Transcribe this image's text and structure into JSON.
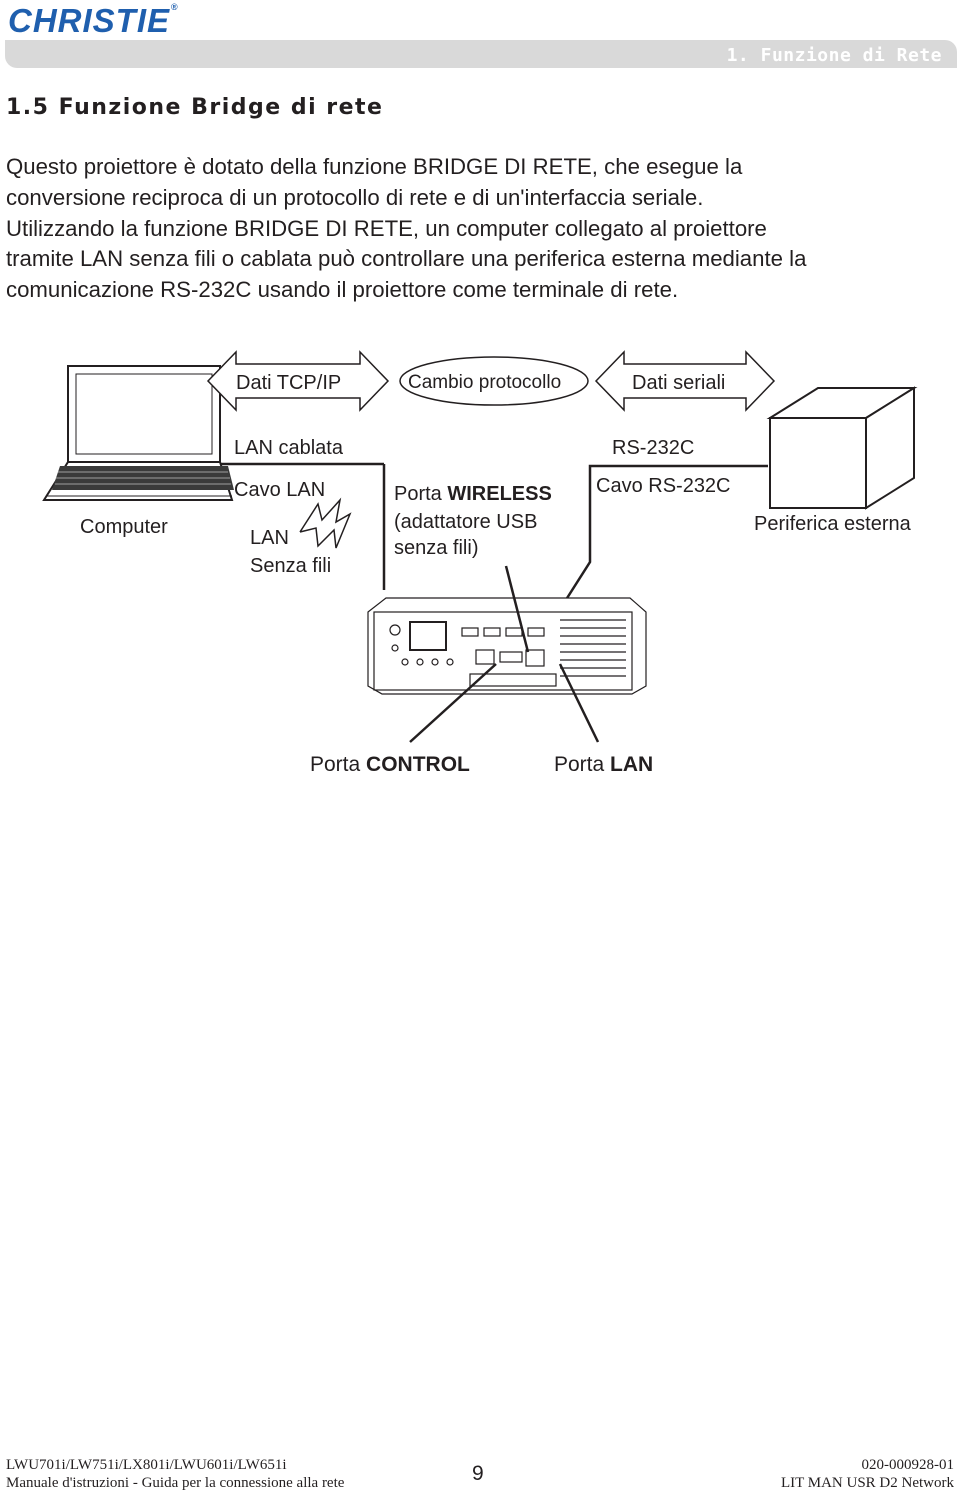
{
  "header": {
    "logo_text": "CHRISTIE",
    "logo_mark": "®",
    "section_label": "1. Funzione di Rete",
    "colors": {
      "logo": "#1f5fae",
      "bar": "#d9d9d9",
      "text": "#231f20"
    }
  },
  "section_title": "1.5 Funzione Bridge di rete",
  "intro_lines": [
    "Questo proiettore è dotato della funzione BRIDGE DI RETE, che esegue la",
    "conversione reciproca di un protocollo di rete e di un'interfaccia seriale.",
    "Utilizzando la funzione BRIDGE DI RETE, un computer collegato al proiettore",
    "tramite LAN senza fili o cablata può controllare una periferica esterna mediante la",
    "comunicazione RS-232C usando il proiettore come terminale di rete."
  ],
  "diagram": {
    "tcp_data": "Dati TCP/IP",
    "protocol_change": "Cambio protocollo",
    "serial_data": "Dati seriali",
    "wired_lan": "LAN cablata",
    "lan_cable": "Cavo LAN",
    "wireless_lan_1": "LAN",
    "wireless_lan_2": "Senza fili",
    "computer": "Computer",
    "wireless_port_prefix": "Porta",
    "wireless_port_name": "WIRELESS",
    "wireless_port_line2": "(adattatore USB",
    "wireless_port_line3": "senza fili)",
    "rs232c": "RS-232C",
    "rs232c_cable": "Cavo RS-232C",
    "external_device": "Periferica esterna",
    "control_port_prefix": "Porta",
    "control_port_name": "CONTROL",
    "lan_port_prefix": "Porta",
    "lan_port_name": "LAN",
    "icons": [
      "laptop-icon",
      "lightning-icon",
      "external-device-box-icon",
      "projector-rear-icon"
    ]
  },
  "footer": {
    "models": "LWU701i/LW751i/LX801i/LWU601i/LW651i",
    "manual_title": "Manuale d'istruzioni - Guida per la connessione alla rete",
    "page_number": "9",
    "doc_code": "020-000928-01",
    "doc_ref": "LIT MAN USR D2 Network"
  }
}
